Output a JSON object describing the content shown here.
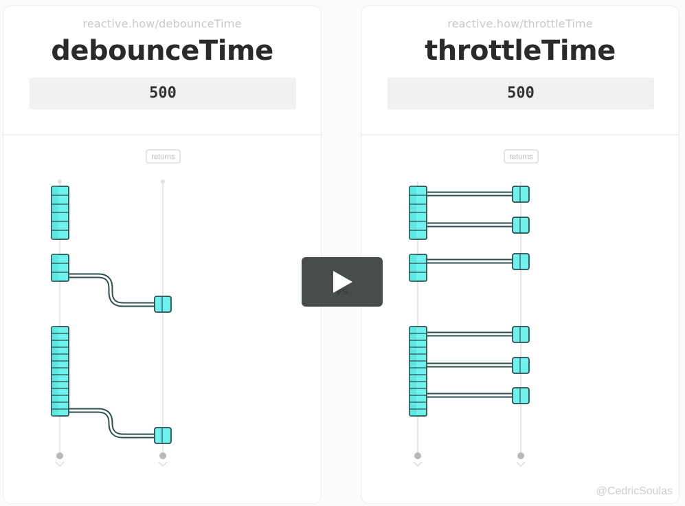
{
  "left": {
    "url": "reactive.how/debounceTime",
    "title": "debounceTime",
    "duration": "500",
    "returns_label": "returns",
    "input_groups": [
      6,
      3,
      13
    ],
    "output_events": [
      1,
      2
    ]
  },
  "right": {
    "url": "reactive.how/throttleTime",
    "title": "throttleTime",
    "duration": "500",
    "returns_label": "returns",
    "input_groups": [
      6,
      3,
      13
    ],
    "output_events": 6
  },
  "vs_label": "vs",
  "credit": "@CedricSoulas",
  "colors": {
    "marble_fill": "#6ff2ee",
    "marble_stroke": "#2b4e50",
    "timeline": "#e6e6e6",
    "title": "#2a2a2a",
    "url": "#c9c9c9",
    "overlay": "#3a3e3c"
  },
  "icons": {
    "play": "play-icon"
  }
}
